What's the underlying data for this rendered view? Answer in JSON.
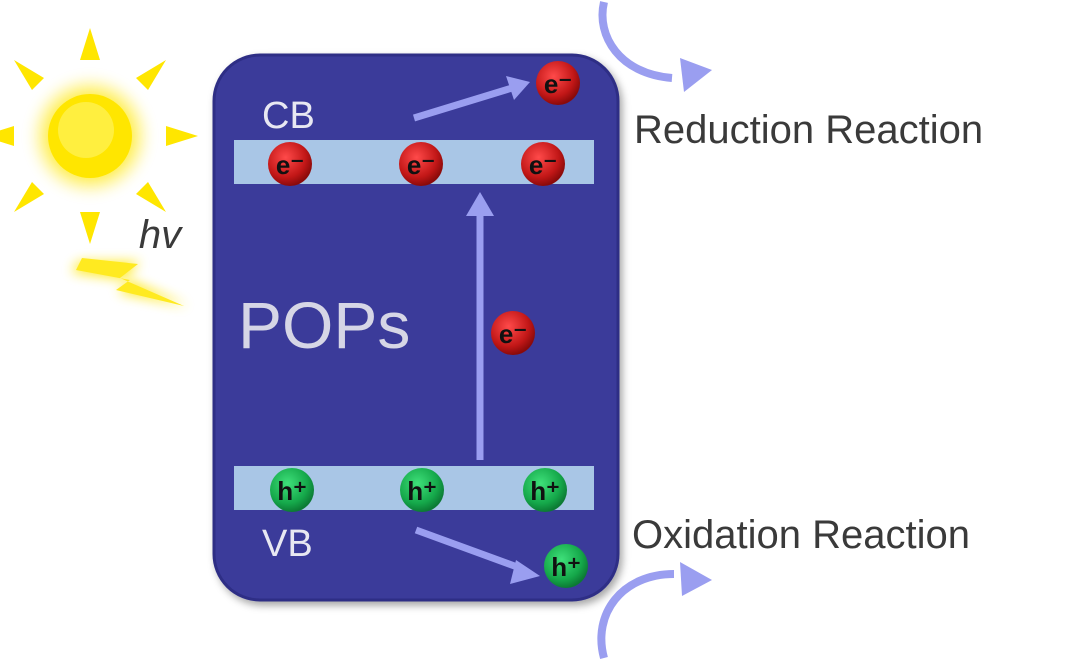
{
  "light_label": "hv",
  "material_label": "POPs",
  "bands": {
    "conduction": "CB",
    "valence": "VB"
  },
  "electron_label": "e⁻",
  "hole_label": "h⁺",
  "reactions": {
    "reduction": "Reduction Reaction",
    "oxidation": "Oxidation Reaction"
  },
  "colors": {
    "panel": "#3a3a9a",
    "band": "#a9c6e6",
    "electron": "#c21717",
    "hole": "#15a84a",
    "arrow": "#9a9ef0",
    "sun": "#ffe600",
    "text": "#3a3a3a",
    "label_on_panel": "#e8e8f2"
  },
  "icons": [
    "sun-icon",
    "lightning-icon"
  ]
}
